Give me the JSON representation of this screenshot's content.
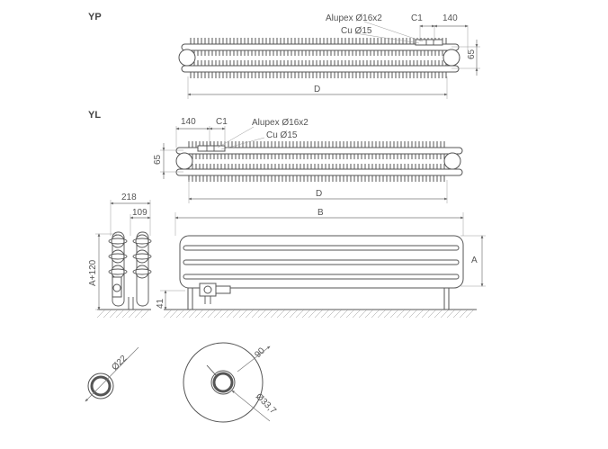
{
  "views": {
    "yp": {
      "label": "YP",
      "alupex": "Alupex Ø16x2",
      "cu": "Cu Ø15",
      "c1": "C1",
      "d140": "140",
      "d65": "65",
      "dD": "D"
    },
    "yl": {
      "label": "YL",
      "alupex": "Alupex Ø16x2",
      "cu": "Cu Ø15",
      "c1": "C1",
      "d140": "140",
      "d65": "65",
      "dD": "D"
    },
    "side": {
      "d218": "218",
      "d109": "109",
      "dA120": "A+120",
      "d41": "41"
    },
    "front": {
      "dB": "B",
      "dA": "A"
    },
    "tube_section": {
      "d22": "Ø22"
    },
    "rosette": {
      "d90": "90",
      "d337": "Ø33,7"
    }
  }
}
